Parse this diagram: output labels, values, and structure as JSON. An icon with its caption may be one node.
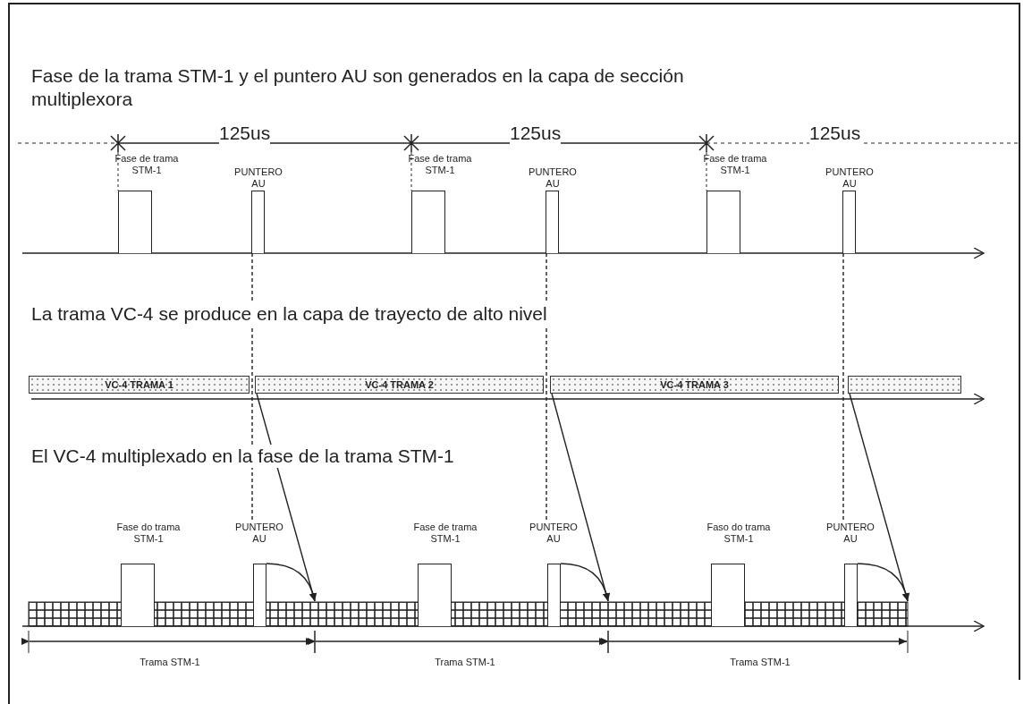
{
  "diagram": {
    "nodes": [
      {
        "text": [
          "Fase de trama STM-1"
        ]
      },
      {
        "text": [
          "PUNTERO AU"
        ]
      },
      {
        "text": [
          "Fase de trama STM-1"
        ]
      },
      {
        "text": [
          "PUNTERO AU"
        ]
      },
      {
        "text": [
          "Fase de trama STM-1"
        ]
      },
      {
        "text": [
          "PUNTERO AU"
        ]
      },
      {
        "text": [
          "VC-4 TRAMA 1"
        ]
      },
      {
        "text": [
          "VC-4 TRAMA 2"
        ]
      },
      {
        "text": [
          "VC-4 TRAMA 3"
        ]
      },
      {
        "text": [],
        "shape": "bar"
      },
      {
        "text": [
          "Fase do trama STM-1"
        ]
      },
      {
        "text": [
          "PUNTERO AU"
        ]
      },
      {
        "text": [
          "Fase de trama STM-1"
        ]
      },
      {
        "text": [
          "PUNTERO AU"
        ]
      },
      {
        "text": [
          "Faso do trama STM-1"
        ]
      },
      {
        "text": [
          "PUNTERO AU"
        ]
      }
    ],
    "edges": [
      {
        "from": 1,
        "to": 11,
        "arrow": "none",
        "style": "dashed"
      },
      {
        "from": 3,
        "to": 13,
        "arrow": "none",
        "style": "dashed"
      },
      {
        "from": 5,
        "to": 15,
        "arrow": "none",
        "style": "dashed"
      },
      {
        "from": 7,
        "to": null,
        "arrow": "to"
      },
      {
        "from": 8,
        "to": null,
        "arrow": "to"
      },
      {
        "from": 9,
        "to": null,
        "arrow": "to"
      },
      {
        "from": 11,
        "to": null,
        "arrow": "to"
      },
      {
        "from": 13,
        "to": null,
        "arrow": "to"
      },
      {
        "from": 15,
        "to": null,
        "arrow": "to"
      }
    ],
    "labels": [
      "Fase de la trama STM-1 y el puntero AU son generados en la capa de sección multiplexora",
      "125us",
      "125us",
      "125us",
      "La trama VC-4 se produce en la capa de trayecto de alto nivel",
      "El VC-4 multiplexado en la fase de la trama STM-1",
      "Trama STM-1",
      "Trama STM-1",
      "Trama STM-1"
    ]
  }
}
